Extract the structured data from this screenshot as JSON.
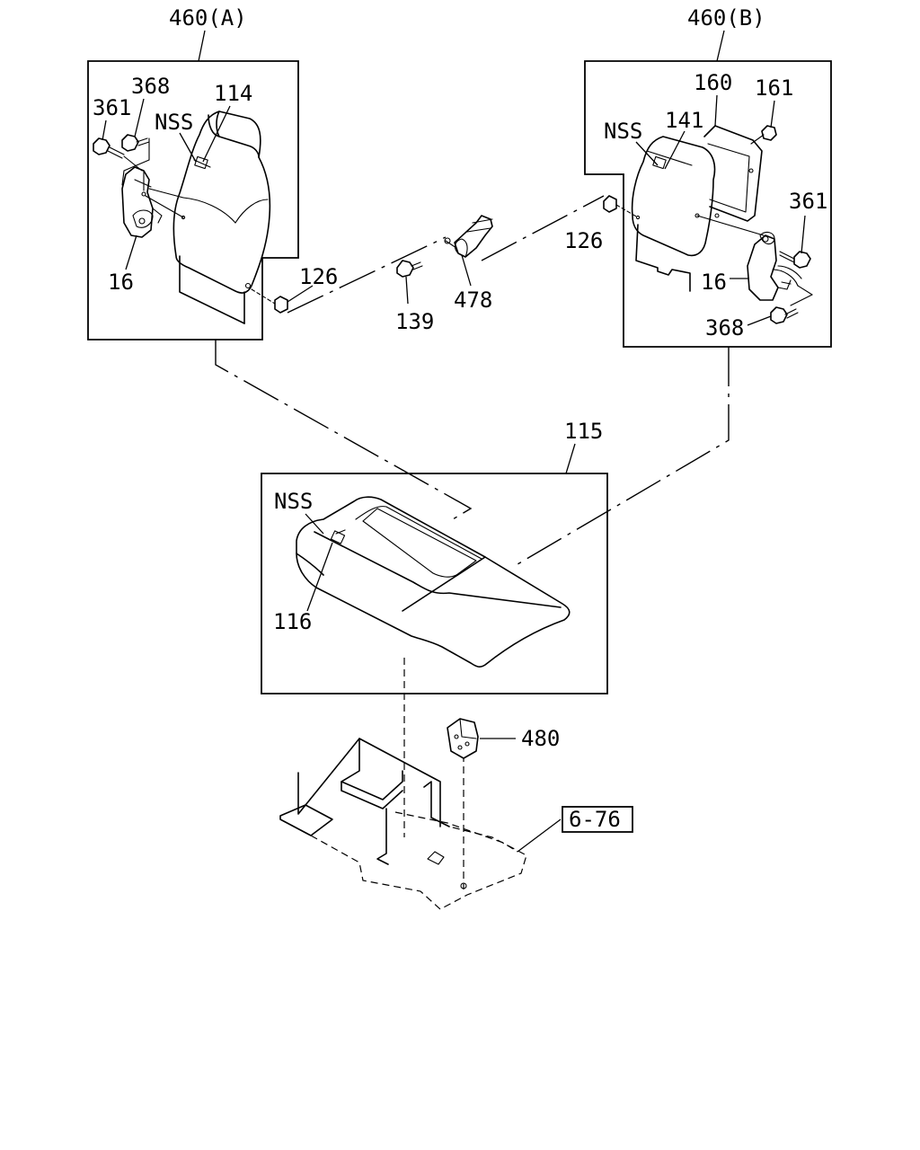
{
  "callouts": {
    "assy_a": "460(A)",
    "assy_b": "460(B)",
    "a_368": "368",
    "a_361": "361",
    "a_114": "114",
    "a_nss": "NSS",
    "a_16": "16",
    "a_126": "126",
    "b_160": "160",
    "b_161": "161",
    "b_nss": "NSS",
    "b_141": "141",
    "b_361": "361",
    "b_126": "126",
    "b_16": "16",
    "b_368": "368",
    "c_139": "139",
    "c_478": "478",
    "cushion_115": "115",
    "cushion_nss": "NSS",
    "cushion_116": "116",
    "clip_480": "480",
    "ref_page": "6-76"
  }
}
